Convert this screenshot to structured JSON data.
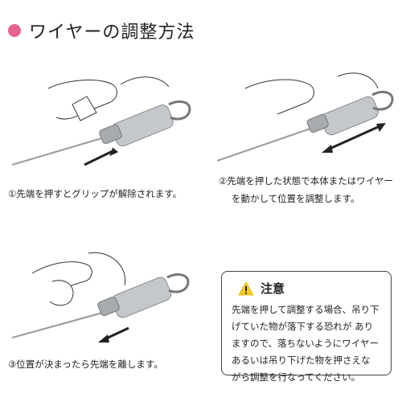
{
  "title": "ワイヤーの調整方法",
  "colors": {
    "accent": "#e5638d",
    "warning": "#f4cc1a",
    "metal": "#b9bcc0",
    "wire": "#9a9ea3"
  },
  "steps": [
    {
      "caption": "①先端を押すとグリップが解除されます。"
    },
    {
      "caption_line1": "②先端を押した状態で本体またはワイヤー",
      "caption_line2": "を動かして位置を調整します。"
    },
    {
      "caption": "③位置が決まったら先端を離します。"
    }
  ],
  "note": {
    "icon": "warning-icon",
    "heading": "注意",
    "lines": [
      "先端を押して調整する場合、吊り下",
      "げていた物が落下する恐れが あり",
      "ますので、落ちないようにワイヤー",
      "あるいは吊り下げた物を押さえな",
      "がら調整を行なってください。"
    ]
  }
}
